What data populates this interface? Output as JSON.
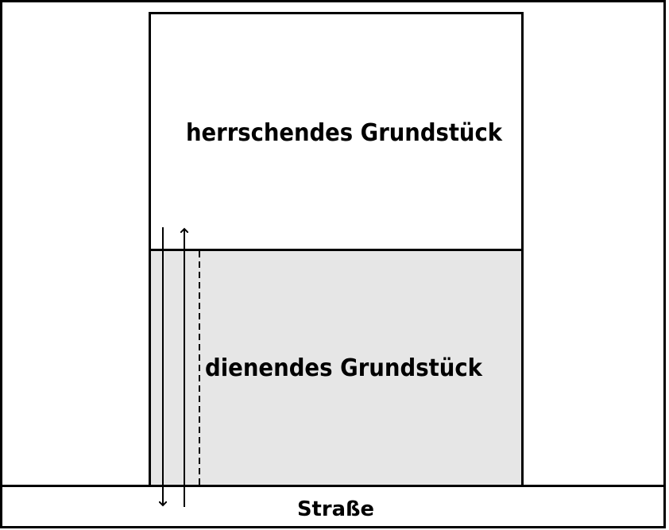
{
  "labels": {
    "dominant_parcel": "herrschendes Grundstück",
    "servient_parcel": "dienendes Grundstück",
    "street": "Straße"
  },
  "colors": {
    "line": "#000000",
    "background": "#ffffff",
    "servient_fill": "#e6e6e6"
  }
}
